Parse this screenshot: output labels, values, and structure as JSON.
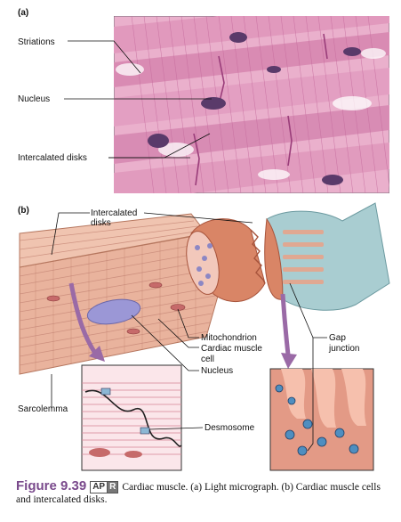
{
  "panel_a": {
    "tag": "(a)",
    "labels": {
      "striations": "Striations",
      "nucleus": "Nucleus",
      "intercalated": "Intercalated disks"
    }
  },
  "panel_b": {
    "tag": "(b)",
    "labels": {
      "intercalated_line1": "Intercalated",
      "intercalated_line2": "disks",
      "mitochondrion": "Mitochondrion",
      "cardiac_line1": "Cardiac muscle",
      "cardiac_line2": "cell",
      "nucleus": "Nucleus",
      "gap_line1": "Gap",
      "gap_line2": "junction",
      "sarcolemma": "Sarcolemma",
      "desmosome": "Desmosome"
    }
  },
  "caption": {
    "figure": "Figure 9.39",
    "apr_left": "AP",
    "apr_right": "R",
    "text": "Cardiac muscle. (a) Light micrograph. (b) Cardiac muscle cells and intercalated disks."
  },
  "colors": {
    "tissue": "#e8a8c8",
    "nuclei": "#5a3a6a",
    "cell_orange": "#d98566",
    "caption_purple": "#7a4a8c"
  }
}
